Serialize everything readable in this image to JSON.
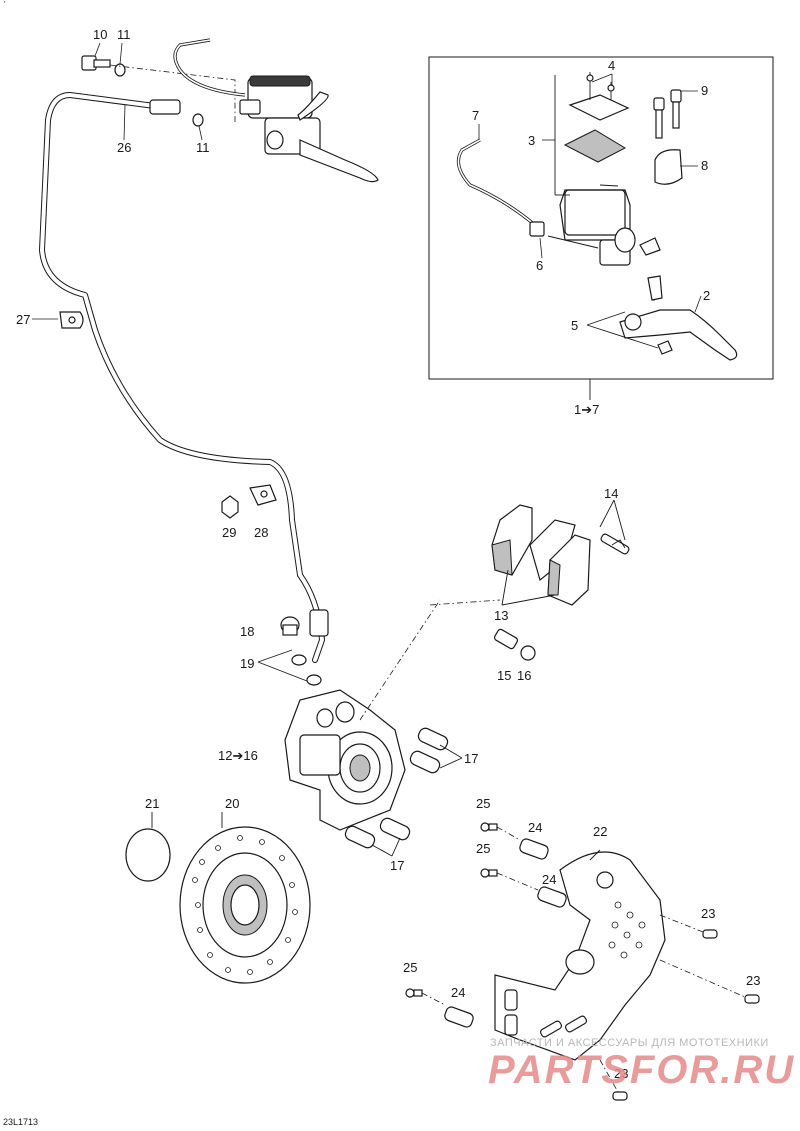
{
  "diagram": {
    "reference_code": "23L1713",
    "corner_mark": "'",
    "watermark": {
      "tagline": "ЗАПЧАСТИ И АКСЕССУАРЫ ДЛЯ МОТОТЕХНИКИ",
      "logo": "PARTSFOR.RU"
    },
    "callouts": [
      {
        "id": "c10",
        "label": "10"
      },
      {
        "id": "c11a",
        "label": "11"
      },
      {
        "id": "c11b",
        "label": "11"
      },
      {
        "id": "c26",
        "label": "26"
      },
      {
        "id": "c27",
        "label": "27"
      },
      {
        "id": "c4",
        "label": "4"
      },
      {
        "id": "c9",
        "label": "9"
      },
      {
        "id": "c3",
        "label": "3"
      },
      {
        "id": "c7",
        "label": "7"
      },
      {
        "id": "c8",
        "label": "8"
      },
      {
        "id": "c6",
        "label": "6"
      },
      {
        "id": "c2",
        "label": "2"
      },
      {
        "id": "c5",
        "label": "5"
      },
      {
        "id": "c1to7",
        "label": "1➔7"
      },
      {
        "id": "c14",
        "label": "14"
      },
      {
        "id": "c29",
        "label": "29"
      },
      {
        "id": "c28",
        "label": "28"
      },
      {
        "id": "c13",
        "label": "13"
      },
      {
        "id": "c18",
        "label": "18"
      },
      {
        "id": "c19",
        "label": "19"
      },
      {
        "id": "c15",
        "label": "15"
      },
      {
        "id": "c16",
        "label": "16"
      },
      {
        "id": "c12to16",
        "label": "12➔16"
      },
      {
        "id": "c17a",
        "label": "17"
      },
      {
        "id": "c17b",
        "label": "17"
      },
      {
        "id": "c21",
        "label": "21"
      },
      {
        "id": "c20",
        "label": "20"
      },
      {
        "id": "c25a",
        "label": "25"
      },
      {
        "id": "c24a",
        "label": "24"
      },
      {
        "id": "c22",
        "label": "22"
      },
      {
        "id": "c25b",
        "label": "25"
      },
      {
        "id": "c24b",
        "label": "24"
      },
      {
        "id": "c23a",
        "label": "23"
      },
      {
        "id": "c25c",
        "label": "25"
      },
      {
        "id": "c24c",
        "label": "24"
      },
      {
        "id": "c23b",
        "label": "23"
      },
      {
        "id": "c23c",
        "label": "23"
      }
    ]
  }
}
